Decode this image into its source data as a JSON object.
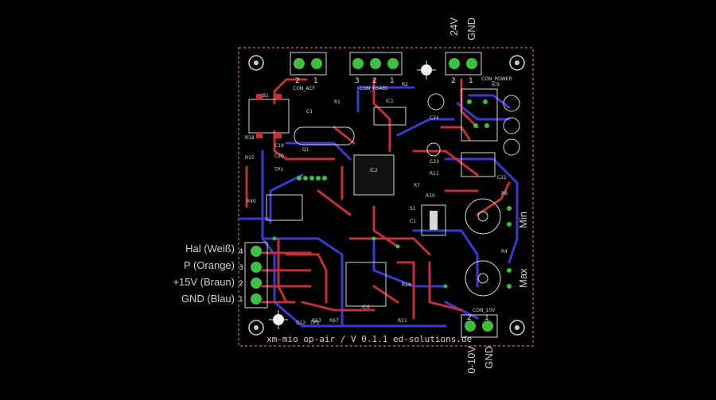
{
  "top_labels": {
    "v24": "24V",
    "gnd_top": "GND"
  },
  "bottom_labels": {
    "v010": "0-10V",
    "gnd_bottom": "GND"
  },
  "side_labels": [
    {
      "text": "Hal (Weiß)",
      "pin": "4"
    },
    {
      "text": "P (Orange)",
      "pin": "3"
    },
    {
      "text": "+15V (Braun)",
      "pin": "2"
    },
    {
      "text": "GND (Blau)",
      "pin": "1"
    }
  ],
  "pot_labels": {
    "min": "Min",
    "max": "Max"
  },
  "footer": "xm-mio op-air / V 0.1.1 ed-solutions.de",
  "connectors": {
    "acf": {
      "name": "CON_ACF",
      "pins": [
        "2",
        "1"
      ]
    },
    "rs485": {
      "name": "CON_RS485",
      "pins": [
        "3",
        "2",
        "1"
      ]
    },
    "power": {
      "name": "CON_POWER",
      "pins": [
        "2",
        "1"
      ]
    },
    "out": {
      "name": "CON_10V",
      "pins": [
        "2",
        "1"
      ]
    }
  },
  "parts": [
    "B1",
    "C1",
    "Q1",
    "IC2",
    "IC1",
    "IC9",
    "IC6",
    "S1",
    "R4",
    "R6",
    "R1",
    "R2",
    "R7",
    "C19",
    "C20",
    "C21",
    "C23",
    "C24",
    "D12",
    "TP1",
    "TP3",
    "R10",
    "R11",
    "R21",
    "R28",
    "R40",
    "R15",
    "R18",
    "R63",
    "R67",
    "C1 "
  ],
  "colors": {
    "background": "#000000",
    "trace_top": "#c2303a",
    "trace_bottom": "#3a3ad0",
    "pad": "#3fbf3f",
    "outline": "#e06070",
    "silk": "#d8d8d8"
  }
}
